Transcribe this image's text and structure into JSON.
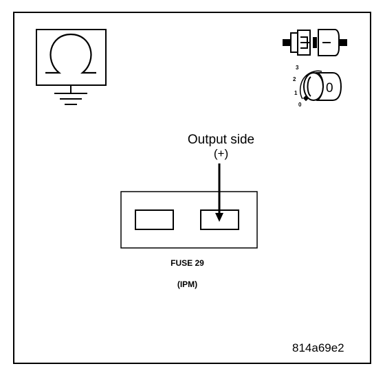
{
  "diagram": {
    "probe_label": "Output side",
    "probe_polarity": "(+)",
    "fuse_name": "FUSE 29",
    "fuse_location": "(IPM)",
    "image_code": "814a69e2"
  },
  "icons": {
    "meter": "ohmmeter-icon",
    "connector": "disconnected-connector-icon",
    "ignition": "ignition-key-off-icon"
  },
  "ignition_positions": [
    "3",
    "2",
    "1",
    "0"
  ],
  "ignition_key_label": "0"
}
